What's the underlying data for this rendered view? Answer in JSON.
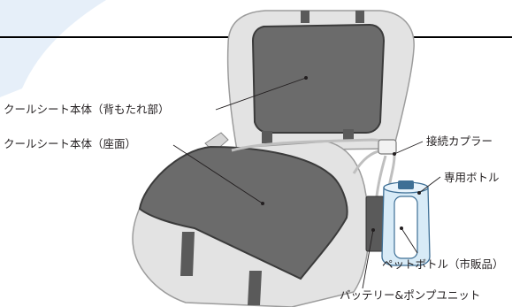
{
  "labels": {
    "backrest": "クールシート本体（背もたれ部）",
    "seat": "クールシート本体（座面）",
    "coupler": "接続カプラー",
    "bottle": "専用ボトル",
    "pet_bottle": "ペットボトル（市販品）",
    "battery_pump": "バッテリー&ポンプユニット"
  },
  "colors": {
    "chair_shell": "#e3e3e3",
    "chair_outline": "#9c9c9c",
    "seat_pad": "#6b6b6b",
    "pad_edge": "#3b3b3b",
    "tube": "#bfbfbf",
    "bottle_fill": "#d8ebf7",
    "bottle_outline": "#3e6f95",
    "pump_unit": "#5a5a5a",
    "header_bar": "#000000",
    "corner_tint": "#dce8f6"
  }
}
